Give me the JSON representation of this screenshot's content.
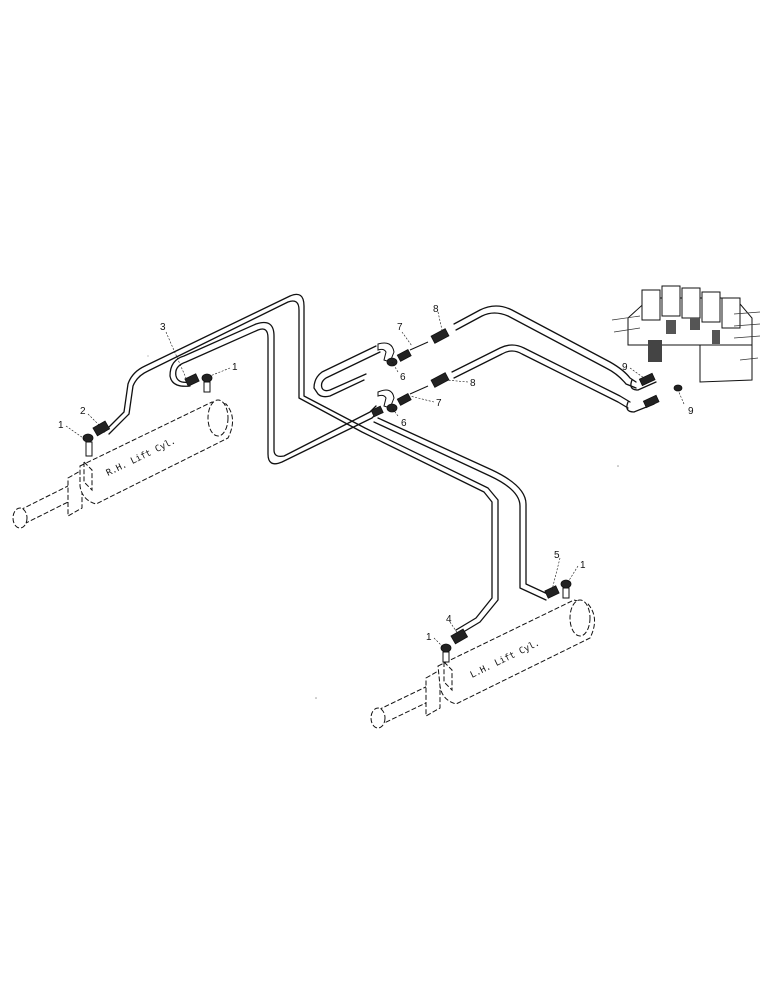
{
  "cylinders": {
    "rh_label": "R.H. Lift Cyl.",
    "lh_label": "L.H. Lift Cyl."
  },
  "callouts": {
    "c1_a": "1",
    "c1_b": "1",
    "c1_c": "1",
    "c1_d": "1",
    "c2": "2",
    "c3": "3",
    "c4": "4",
    "c5": "5",
    "c6_a": "6",
    "c6_b": "6",
    "c7_a": "7",
    "c7_b": "7",
    "c8_a": "8",
    "c8_b": "8",
    "c9_a": "9",
    "c9_b": "9"
  }
}
